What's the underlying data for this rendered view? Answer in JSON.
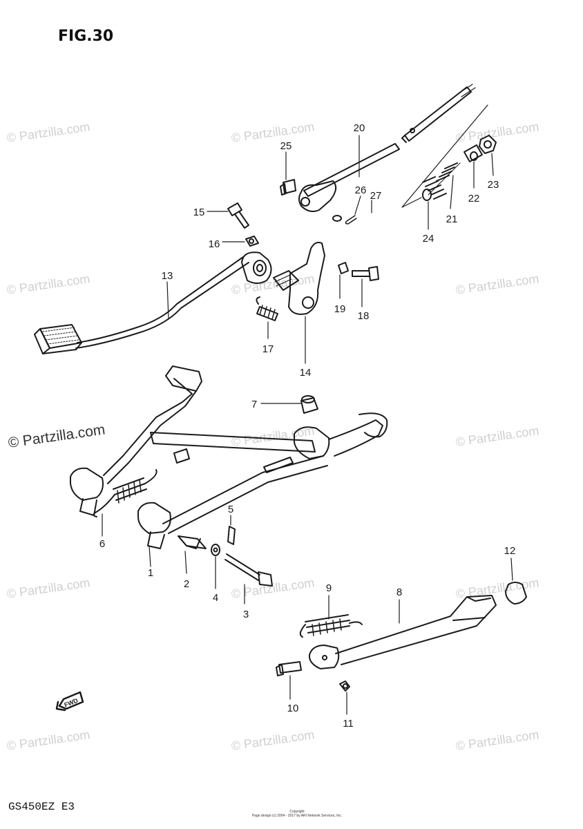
{
  "figure": {
    "title": "FIG.30",
    "model_code": "GS450EZ  E3"
  },
  "copyright": {
    "line1": "Copyright",
    "line2": "Page design (c) 2004 - 2017 by ARI Network Services, Inc."
  },
  "watermark": {
    "text": "© Partzilla.com"
  },
  "front_arrow": {
    "label": "FWD"
  },
  "callouts": [
    "1",
    "2",
    "3",
    "4",
    "5",
    "6",
    "7",
    "8",
    "9",
    "10",
    "11",
    "12",
    "13",
    "14",
    "15",
    "16",
    "17",
    "18",
    "19",
    "20",
    "21",
    "22",
    "23",
    "24",
    "25",
    "26",
    "27"
  ],
  "colors": {
    "ink": "#1a1a1a",
    "background": "#ffffff",
    "watermark": "#cfcfcf"
  }
}
